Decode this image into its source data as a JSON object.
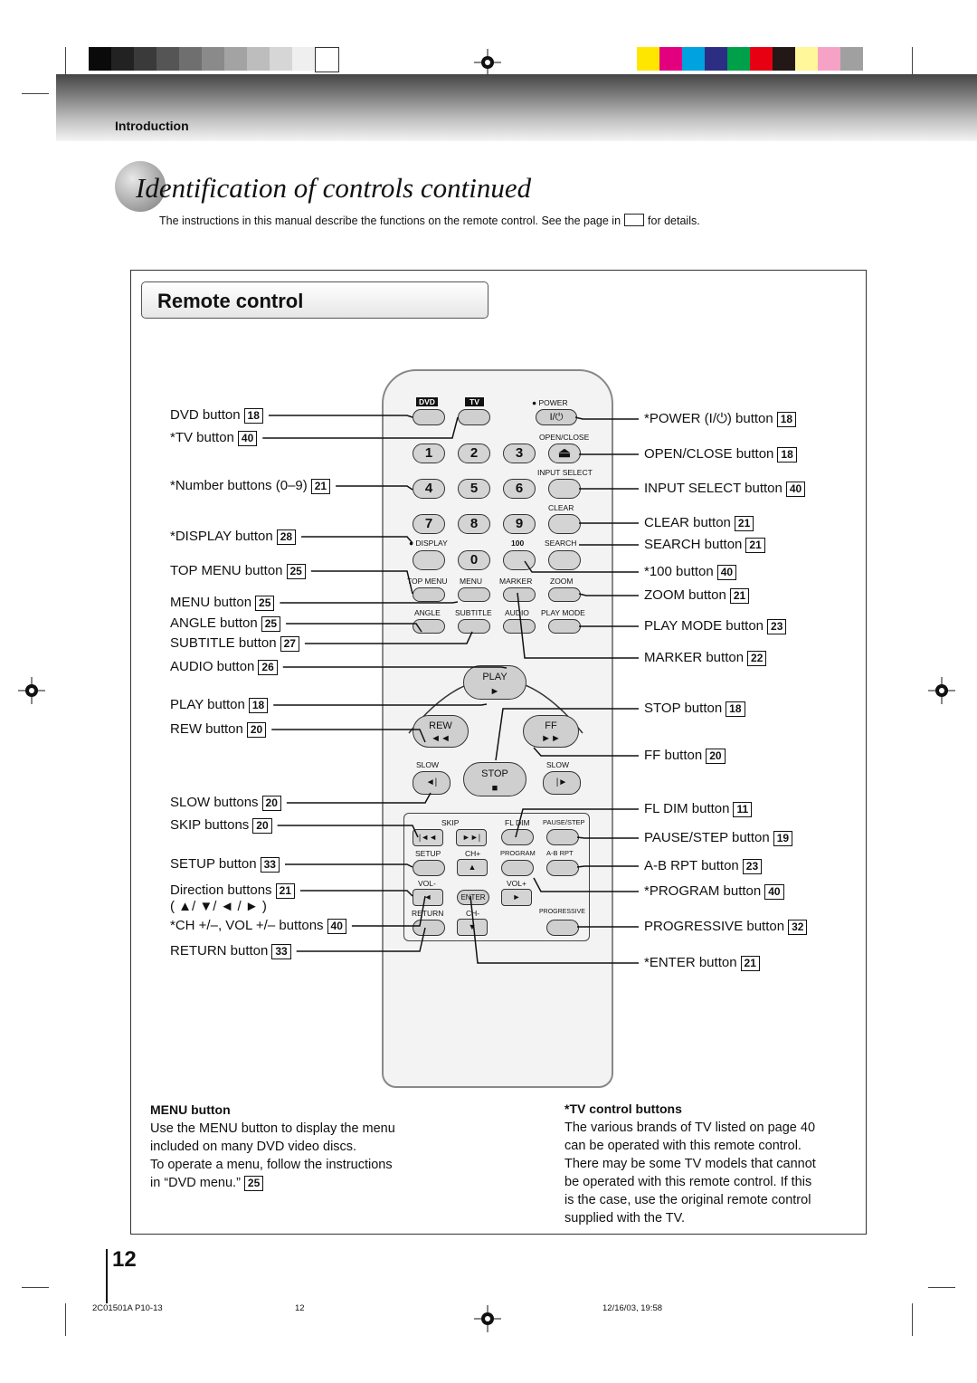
{
  "header": {
    "section": "Introduction",
    "title": "Identification of controls continued",
    "intro_before": "The instructions in this manual describe the functions on the remote control. See the page in",
    "intro_after": "for details."
  },
  "colors": {
    "gray_bar": [
      "#0a0a0a",
      "#222222",
      "#3a3a3a",
      "#555555",
      "#6f6f6f",
      "#8a8a8a",
      "#a3a3a3",
      "#bdbdbd",
      "#d6d6d6",
      "#efefef",
      "#ffffff"
    ],
    "color_bar": [
      "#ffe600",
      "#e3007f",
      "#00a3e0",
      "#2b2e83",
      "#00a04a",
      "#e60012",
      "#231815",
      "#fff799",
      "#f5a2c6",
      "#a0a0a0"
    ]
  },
  "section_title": "Remote control",
  "left_labels": [
    {
      "text": "DVD button",
      "page": "18"
    },
    {
      "text": "*TV button",
      "page": "40"
    },
    {
      "text": "*Number buttons (0–9)",
      "page": "21"
    },
    {
      "text": "*DISPLAY button",
      "page": "28"
    },
    {
      "text": "TOP MENU button",
      "page": "25"
    },
    {
      "text": "MENU button",
      "page": "25"
    },
    {
      "text": "ANGLE button",
      "page": "25"
    },
    {
      "text": "SUBTITLE button",
      "page": "27"
    },
    {
      "text": "AUDIO button",
      "page": "26"
    },
    {
      "text": "PLAY button",
      "page": "18"
    },
    {
      "text": "REW button",
      "page": "20"
    },
    {
      "text": "SLOW buttons",
      "page": "20"
    },
    {
      "text": "SKIP buttons",
      "page": "20"
    },
    {
      "text": "SETUP button",
      "page": "33"
    },
    {
      "text": "Direction buttons",
      "page": "21"
    },
    {
      "text": "( ▲/ ▼/ ◄ / ► )",
      "page": ""
    },
    {
      "text": "*CH +/–, VOL +/– buttons",
      "page": "40"
    },
    {
      "text": "RETURN button",
      "page": "33"
    }
  ],
  "right_labels": [
    {
      "text": "*POWER (I/⏻) button",
      "page": "18"
    },
    {
      "text": "OPEN/CLOSE button",
      "page": "18"
    },
    {
      "text": "INPUT SELECT button",
      "page": "40"
    },
    {
      "text": "CLEAR button",
      "page": "21"
    },
    {
      "text": "SEARCH button",
      "page": "21"
    },
    {
      "text": "*100 button",
      "page": "40"
    },
    {
      "text": "ZOOM button",
      "page": "21"
    },
    {
      "text": "PLAY MODE button",
      "page": "23"
    },
    {
      "text": "MARKER button",
      "page": "22"
    },
    {
      "text": "STOP button",
      "page": "18"
    },
    {
      "text": "FF button",
      "page": "20"
    },
    {
      "text": "FL DIM button",
      "page": "11"
    },
    {
      "text": "PAUSE/STEP button",
      "page": "19"
    },
    {
      "text": "A-B RPT button",
      "page": "23"
    },
    {
      "text": "*PROGRAM button",
      "page": "40"
    },
    {
      "text": "PROGRESSIVE button",
      "page": "32"
    },
    {
      "text": "*ENTER button",
      "page": "21"
    }
  ],
  "remote": {
    "dvd": "DVD",
    "tv": "TV",
    "power": "● POWER",
    "power_sym": "I/⏻",
    "open_close": "OPEN/CLOSE",
    "input_select": "INPUT SELECT",
    "clear": "CLEAR",
    "display": "● DISPLAY",
    "hundred": "100",
    "search": "SEARCH",
    "digits": [
      "1",
      "2",
      "3",
      "4",
      "5",
      "6",
      "7",
      "8",
      "9",
      "0"
    ],
    "top_menu": "TOP MENU",
    "menu": "MENU",
    "marker": "MARKER",
    "zoom": "ZOOM",
    "angle": "ANGLE",
    "subtitle": "SUBTITLE",
    "audio": "AUDIO",
    "play_mode": "PLAY MODE",
    "play": "PLAY",
    "rew": "REW",
    "ff": "FF",
    "slow_l": "SLOW",
    "slow_r": "SLOW",
    "stop": "STOP",
    "skip": "SKIP",
    "fl_dim": "FL DIM",
    "pause_step": "PAUSE/STEP",
    "setup": "SETUP",
    "ch_plus": "CH+",
    "program": "PROGRAM",
    "ab_rpt": "A-B RPT",
    "vol_minus": "VOL-",
    "vol_plus": "VOL+",
    "enter": "ENTER",
    "return": "RETURN",
    "ch_minus": "CH-",
    "progressive": "PROGRESSIVE"
  },
  "notes": {
    "menu_heading": "MENU button",
    "menu_lines": [
      "Use the MENU button to display the menu",
      "included on many DVD video discs.",
      "To operate a menu, follow the instructions",
      "in “DVD menu.”"
    ],
    "menu_ref": "25",
    "tv_heading": "*TV control buttons",
    "tv_lines": [
      "The various brands of TV listed on page 40",
      "can be operated with this remote control.",
      "There may be some TV models that cannot",
      "be operated with this remote control. If this",
      "is the case, use the original remote control",
      "supplied with the TV."
    ]
  },
  "page_number": "12",
  "footer": {
    "code": "2C01501A P10-13",
    "page": "12",
    "date": "12/16/03, 19:58"
  }
}
